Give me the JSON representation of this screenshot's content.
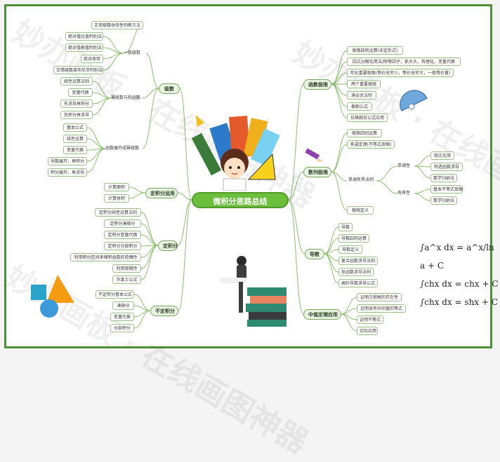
{
  "watermark": "妙办画板 · 在线画图神器",
  "central_title": "微积分思路总结",
  "branches": {
    "series": {
      "label": "级数",
      "groups": {
        "general": {
          "label": "一般级数",
          "items": [
            "正项级数收敛性判断方法",
            "绝对值比值判别法",
            "绝对值根值判别法",
            "绝对收敛",
            "交错级数莱布尼茨判别法"
          ]
        },
        "power": {
          "label": "幂级数与和函数",
          "items": [
            "线性运算法则",
            "变量代换",
            "先求导再积分",
            "先积分再求导"
          ]
        },
        "expand": {
          "label": "函数展开成幂级数",
          "items": [
            "基本公式",
            "线性运算",
            "变量代换",
            "导数展开，再积分",
            "积分展开，再求导"
          ]
        }
      }
    },
    "definite_apply": {
      "label": "定积分运用",
      "items": [
        "计算面积",
        "计算体积"
      ]
    },
    "definite": {
      "label": "定积分",
      "items": [
        "定积分线性运算法则",
        "定积分凑微分",
        "定积分变量代换",
        "定积分分部积分",
        "利用积分区间来缩积函数的奇偶性",
        "利用周期性",
        "华莱士公式"
      ]
    },
    "indefinite": {
      "label": "不定积分",
      "items": [
        "不定积分基本公式",
        "凑微分",
        "变量代换",
        "分部积分"
      ]
    },
    "limits": {
      "label": "函数极限",
      "items": [
        "极限四则运算(未定形式)",
        "因式分解化简法/除等因子，抓大头，有理化，变量代换",
        "可化重要极限(等价无穷小，等价无穷大，一般等价量)",
        "两个重要极限",
        "洛必达法则",
        "泰勒公式",
        "拉格朗日公式应用"
      ]
    },
    "seq_limits": {
      "label": "数列极限",
      "items_top": [
        "极限四则运算",
        "夹逼定理(不等式放缩)"
      ],
      "monotone": {
        "label": "单调有界法则",
        "mono": {
          "label": "单调性",
          "items": [
            "商比化简",
            "构造函数求导",
            "数学归纳法"
          ]
        },
        "bound": {
          "label": "有界性",
          "items": [
            "基本不等式放缩",
            "数学归纳法"
          ]
        }
      },
      "items_bottom": [
        "极限定义"
      ]
    },
    "derivative": {
      "label": "导数",
      "items": [
        "导数",
        "导数四则运算",
        "导数定义",
        "复合函数求导法则",
        "反函数求导法则",
        "高阶导数求导公式"
      ]
    },
    "mvt": {
      "label": "中值定理应用",
      "items": [
        "证明方程根的存在性",
        "证明含有中间值的等式",
        "证明不等式",
        "实际应用"
      ]
    }
  },
  "formulas": [
    "∫a^x dx = a^x/ln a + C",
    "∫chx dx = chx + C",
    "∫chx dx = shx + C"
  ]
}
